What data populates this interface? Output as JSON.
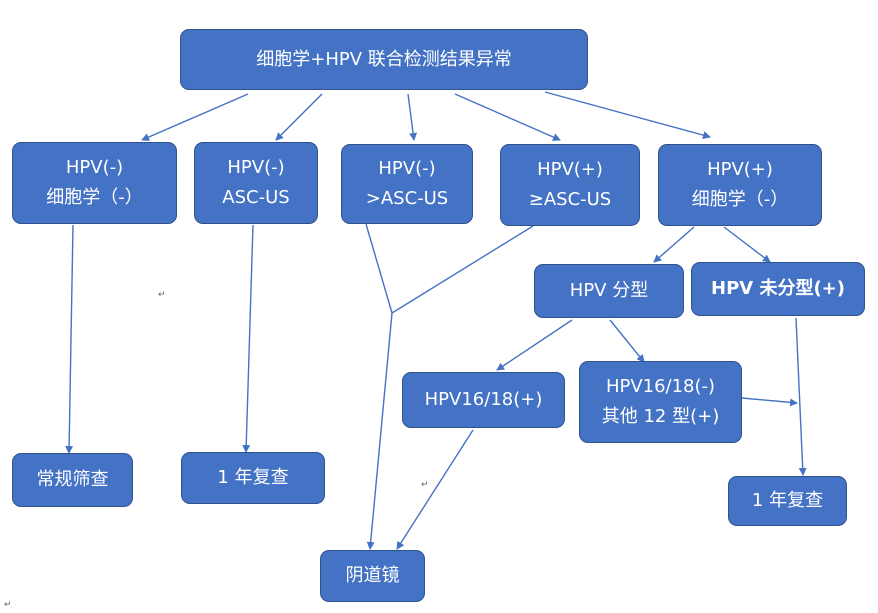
{
  "nodes": {
    "root": {
      "lines": [
        "细胞学+HPV 联合检测结果异常"
      ]
    },
    "hpv_neg_cyto_neg": {
      "lines": [
        "HPV(-)",
        "细胞学（-）"
      ]
    },
    "hpv_neg_ascus": {
      "lines": [
        "HPV(-)",
        "ASC-US"
      ]
    },
    "hpv_neg_gt_ascus": {
      "lines": [
        "HPV(-)",
        ">ASC-US"
      ]
    },
    "hpv_pos_ge_ascus": {
      "lines": [
        "HPV(+)",
        "≥ASC-US"
      ]
    },
    "hpv_pos_cyto_neg": {
      "lines": [
        "HPV(+)",
        "细胞学（-）"
      ]
    },
    "hpv_typing": {
      "lines": [
        "HPV 分型"
      ]
    },
    "hpv_untyped": {
      "lines": [
        "HPV 未分型(+)"
      ]
    },
    "hpv16_18_pos": {
      "lines": [
        "HPV16/18(+)"
      ]
    },
    "hpv16_18_neg_other12": {
      "lines": [
        "HPV16/18(-)",
        "其他 12 型(+)"
      ]
    },
    "routine_screening": {
      "lines": [
        "常规筛查"
      ]
    },
    "recheck_1yr_a": {
      "lines": [
        "1 年复查"
      ]
    },
    "recheck_1yr_b": {
      "lines": [
        "1 年复查"
      ]
    },
    "colposcopy": {
      "lines": [
        "阴道镜"
      ]
    }
  },
  "return_mark": "↵",
  "colors": {
    "node_fill": "#4472c4",
    "node_border": "#2f528f",
    "edge": "#4472c4",
    "text": "#ffffff"
  }
}
